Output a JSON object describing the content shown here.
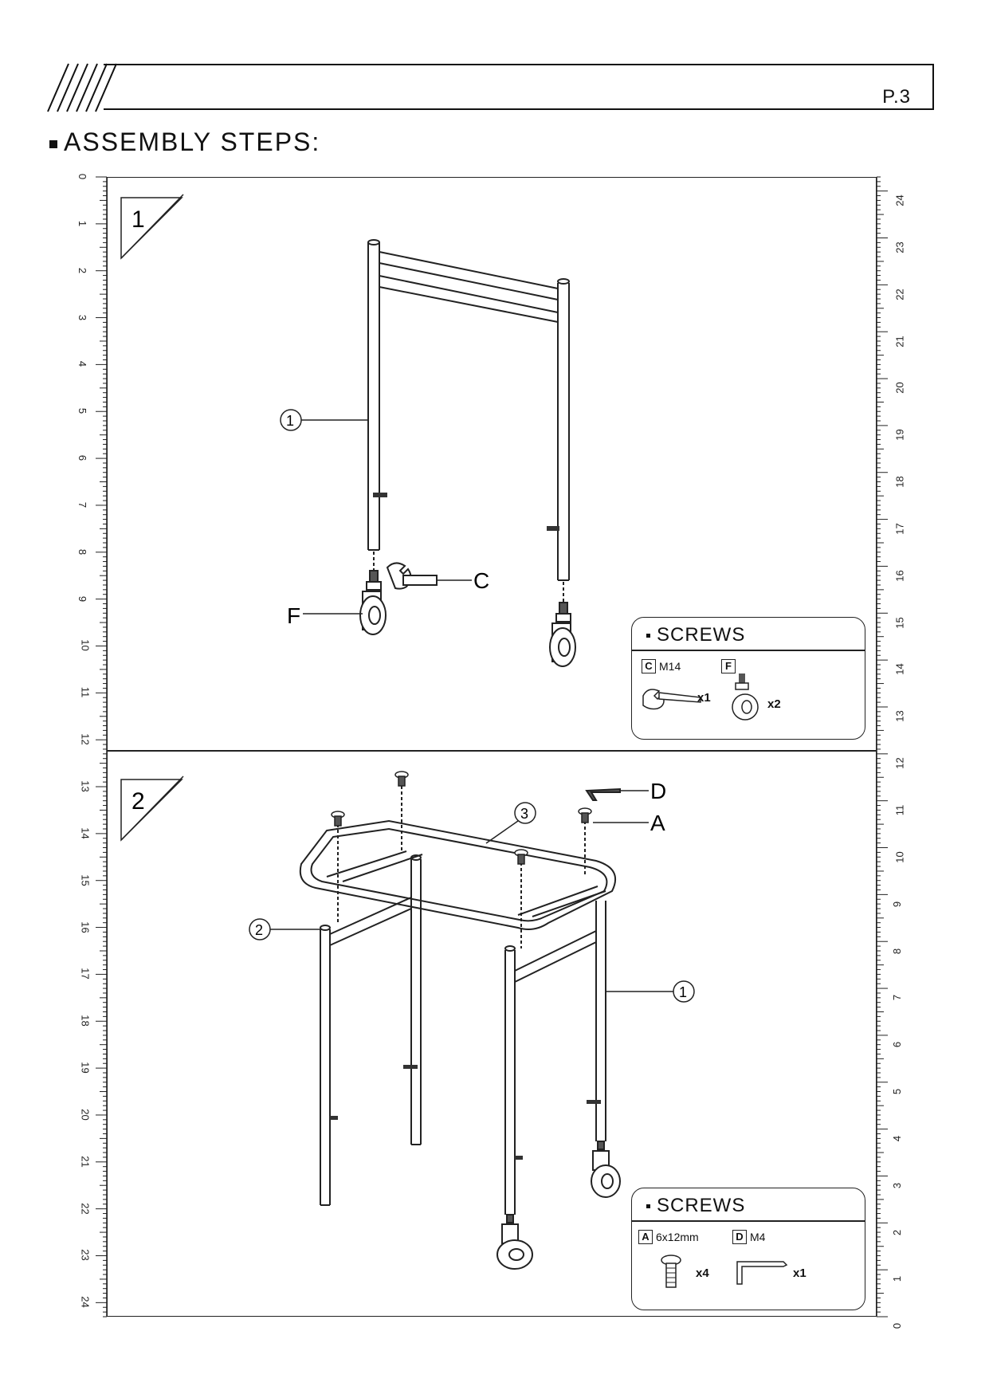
{
  "header": {
    "page_number": "P.3"
  },
  "section": {
    "heading": "ASSEMBLY STEPS:"
  },
  "steps": [
    {
      "number": "1",
      "callouts": {
        "frame": "1",
        "wrench": "C",
        "caster": "F"
      },
      "screws": {
        "title": "SCREWS",
        "items": [
          {
            "letter": "C",
            "spec": "M14",
            "qty": "x1",
            "icon": "wrench-icon"
          },
          {
            "letter": "F",
            "spec": "",
            "qty": "x2",
            "icon": "caster-wheel-icon"
          }
        ]
      }
    },
    {
      "number": "2",
      "callouts": {
        "tray": "3",
        "side_frame": "2",
        "front_frame": "1",
        "key": "D",
        "screw": "A"
      },
      "screws": {
        "title": "SCREWS",
        "items": [
          {
            "letter": "A",
            "spec": "6x12mm",
            "qty": "x4",
            "icon": "screw-icon"
          },
          {
            "letter": "D",
            "spec": "M4",
            "qty": "x1",
            "icon": "allen-key-icon"
          }
        ]
      }
    }
  ],
  "rulers": {
    "left": [
      "0",
      "1",
      "2",
      "3",
      "4",
      "5",
      "6",
      "7",
      "8",
      "9",
      "10",
      "11",
      "12",
      "13",
      "14",
      "15",
      "16",
      "17",
      "18",
      "19",
      "20",
      "21",
      "22",
      "23",
      "24"
    ],
    "right": [
      "24",
      "23",
      "22",
      "21",
      "20",
      "19",
      "18",
      "17",
      "16",
      "15",
      "14",
      "13",
      "12",
      "11",
      "10",
      "9",
      "8",
      "7",
      "6",
      "5",
      "4",
      "3",
      "2",
      "1",
      "0"
    ]
  }
}
